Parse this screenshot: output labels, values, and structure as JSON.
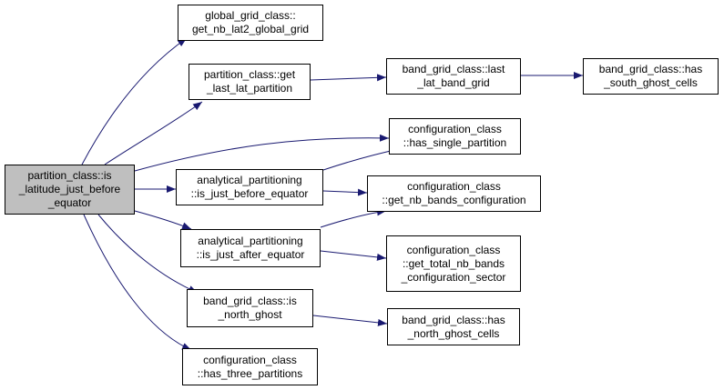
{
  "colors": {
    "edge": "#191970",
    "root_fill": "#bfbfbf",
    "node_fill": "#ffffff",
    "border": "#000000"
  },
  "nodes": {
    "root": [
      "partition_class::is",
      "_latitude_just_before",
      "_equator"
    ],
    "global_grid": [
      "global_grid_class::",
      "get_nb_lat2_global_grid"
    ],
    "get_last_lat": [
      "partition_class::get",
      "_last_lat_partition"
    ],
    "band_last": [
      "band_grid_class::last",
      "_lat_band_grid"
    ],
    "has_south": [
      "band_grid_class::has",
      "_south_ghost_cells"
    ],
    "has_single": [
      "configuration_class",
      "::has_single_partition"
    ],
    "ap_before": [
      "analytical_partitioning",
      "::is_just_before_equator"
    ],
    "nb_bands_conf": [
      "configuration_class",
      "::get_nb_bands_configuration"
    ],
    "ap_after": [
      "analytical_partitioning",
      "::is_just_after_equator"
    ],
    "total_nb": [
      "configuration_class",
      "::get_total_nb_bands",
      "_configuration_sector"
    ],
    "north_ghost": [
      "band_grid_class::is",
      "_north_ghost"
    ],
    "north_cells": [
      "band_grid_class::has",
      "_north_ghost_cells"
    ],
    "three_part": [
      "configuration_class",
      "::has_three_partitions"
    ]
  }
}
